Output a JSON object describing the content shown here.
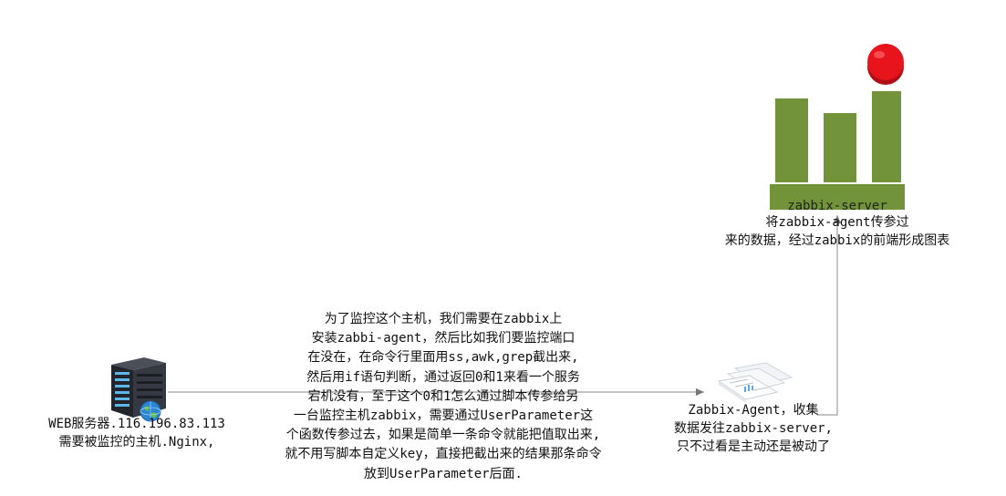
{
  "web_server": {
    "label_line1": "WEB服务器.116.196.83.113",
    "label_line2": "需要被监控的主机.Nginx,"
  },
  "middle_note": {
    "lines": [
      "为了监控这个主机，我们需要在zabbix上",
      "安装zabbi-agent，然后比如我们要监控端口",
      "在没在，在命令行里面用ss,awk,grep截出来,",
      "然后用if语句判断，通过返回0和1来看一个服务",
      "宕机没有，至于这个0和1怎么通过脚本传参给另",
      "一台监控主机zabbix，需要通过UserParameter这",
      "个函数传参过去，如果是简单一条命令就能把值取出来,",
      "就不用写脚本自定义key，直接把截出来的结果那条命令",
      "放到UserParameter后面."
    ]
  },
  "agent": {
    "lines": [
      "Zabbix-Agent，收集",
      "数据发往zabbix-server,",
      "只不过看是主动还是被动了"
    ]
  },
  "server": {
    "title": "zabbix-server",
    "desc_line1": "将zabbix-agent传参过",
    "desc_line2": "来的数据，经过zabbix的前端形成图表"
  },
  "colors": {
    "bar_green": "#72933a",
    "alert_red": "#e8141c",
    "server_dark": "#2b2f36",
    "line": "#888888"
  },
  "icons": {
    "server": "rack-server-icon",
    "globe": "globe-icon",
    "documents": "document-stack-icon",
    "chart": "bar-chart-icon",
    "alert": "red-alert-dot-icon"
  }
}
